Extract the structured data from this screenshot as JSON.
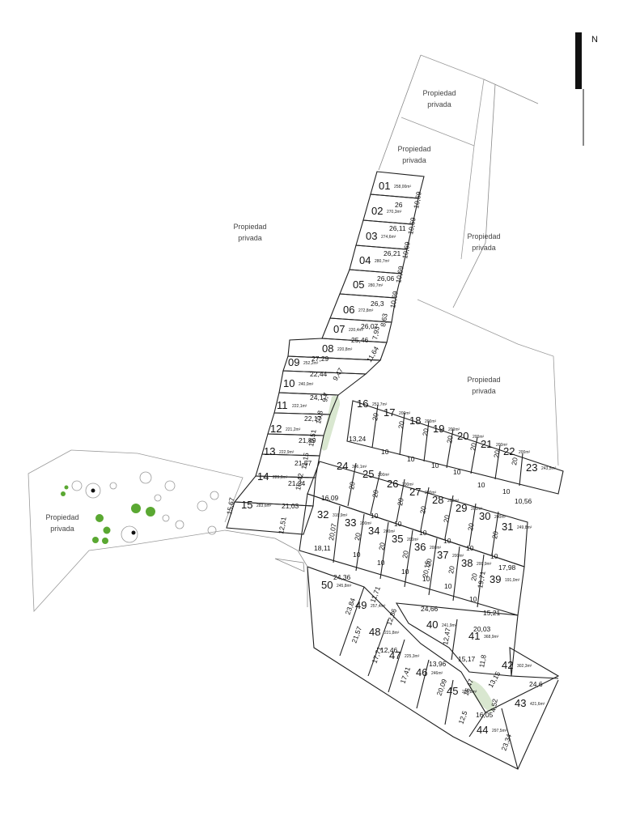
{
  "north_label": "N",
  "private_properties": [
    {
      "id": "pp1",
      "line1": "Propiedad",
      "line2": "privada"
    },
    {
      "id": "pp2",
      "line1": "Propiedad",
      "line2": "privada"
    },
    {
      "id": "pp3",
      "line1": "Propiedad",
      "line2": "privada"
    },
    {
      "id": "pp4",
      "line1": "Propiedad",
      "line2": "privada"
    },
    {
      "id": "pp5",
      "line1": "Propiedad",
      "line2": "privada"
    },
    {
      "id": "pp6",
      "line1": "Propiedad",
      "line2": "privada"
    }
  ],
  "lots": [
    {
      "num": "01",
      "area": "258,00m²"
    },
    {
      "num": "02",
      "area": "270,3m²"
    },
    {
      "num": "03",
      "area": "274,6m²"
    },
    {
      "num": "04",
      "area": "280,7m²"
    },
    {
      "num": "05",
      "area": "280,7m²"
    },
    {
      "num": "06",
      "area": "272,8m²"
    },
    {
      "num": "07",
      "area": "220,4m²"
    },
    {
      "num": "08",
      "area": "220,8m²"
    },
    {
      "num": "09",
      "area": "252,2m²"
    },
    {
      "num": "10",
      "area": "240,0m²"
    },
    {
      "num": "11",
      "area": "222,1m²"
    },
    {
      "num": "12",
      "area": "221,2m²"
    },
    {
      "num": "13",
      "area": "222,9m²"
    },
    {
      "num": "14",
      "area": "229,0m²"
    },
    {
      "num": "15",
      "area": "283,6m²"
    },
    {
      "num": "16",
      "area": "253,7m²"
    },
    {
      "num": "17",
      "area": "200m²"
    },
    {
      "num": "18",
      "area": "200m²"
    },
    {
      "num": "19",
      "area": "200m²"
    },
    {
      "num": "20",
      "area": "200m²"
    },
    {
      "num": "21",
      "area": "200m²"
    },
    {
      "num": "22",
      "area": "200m²"
    },
    {
      "num": "23",
      "area": "243,5m²"
    },
    {
      "num": "24",
      "area": "306,1m²"
    },
    {
      "num": "25",
      "area": "200m²"
    },
    {
      "num": "26",
      "area": "200m²"
    },
    {
      "num": "27",
      "area": "200m²"
    },
    {
      "num": "28",
      "area": "200m²"
    },
    {
      "num": "29",
      "area": "200m²"
    },
    {
      "num": "30",
      "area": "200m²"
    },
    {
      "num": "31",
      "area": "249,8m²"
    },
    {
      "num": "32",
      "area": "318,9m²"
    },
    {
      "num": "33",
      "area": "200m²"
    },
    {
      "num": "34",
      "area": "200m²"
    },
    {
      "num": "35",
      "area": "200m²"
    },
    {
      "num": "36",
      "area": "200m²"
    },
    {
      "num": "37",
      "area": "200m²"
    },
    {
      "num": "38",
      "area": "200,9m²"
    },
    {
      "num": "39",
      "area": "191,0m²"
    },
    {
      "num": "40",
      "area": "241,9m²"
    },
    {
      "num": "41",
      "area": "368,9m²"
    },
    {
      "num": "42",
      "area": "302,3m²"
    },
    {
      "num": "43",
      "area": "421,6m²"
    },
    {
      "num": "44",
      "area": "297,5m²"
    },
    {
      "num": "45",
      "area": "288,8m²"
    },
    {
      "num": "46",
      "area": "246m²"
    },
    {
      "num": "47",
      "area": "225,3m²"
    },
    {
      "num": "48",
      "area": "221,8m²"
    },
    {
      "num": "49",
      "area": "257,4m²"
    },
    {
      "num": "50",
      "area": "245,8m²"
    }
  ],
  "dimensions": [
    "26",
    "10,69",
    "26,11",
    "10,69",
    "26,21",
    "10,69",
    "26,06",
    "10,69",
    "26,3",
    "10,69",
    "26,07",
    "8,63",
    "25,46",
    "7,93",
    "11,64",
    "27,29",
    "22,44",
    "9,47",
    "24,17",
    "9,7",
    "22,17",
    "10,8",
    "21,89",
    "10,51",
    "21,57",
    "11,15",
    "21,24",
    "10,42",
    "21,03",
    "15,67",
    "12,51",
    "13,24",
    "16,09",
    "20,07",
    "18,11",
    "24,36",
    "10",
    "10",
    "10",
    "10",
    "10",
    "10",
    "10",
    "10",
    "10",
    "10",
    "10",
    "10",
    "10",
    "10",
    "10",
    "10",
    "10",
    "10",
    "20",
    "20",
    "20",
    "20",
    "20",
    "20",
    "20",
    "20",
    "20",
    "20",
    "20",
    "20",
    "20",
    "20",
    "20",
    "20",
    "20",
    "20",
    "20",
    "20",
    "10,56",
    "17,98",
    "19,71",
    "20,15",
    "15,21",
    "24,66",
    "20,03",
    "12,47",
    "15,17",
    "11,8",
    "13,15",
    "24,6",
    "11,71",
    "12,86",
    "23,84",
    "21,57",
    "17,71",
    "12,46",
    "17,41",
    "13,96",
    "20,09",
    "16,47",
    "12,5",
    "16,05",
    "23,34",
    "4,52"
  ]
}
